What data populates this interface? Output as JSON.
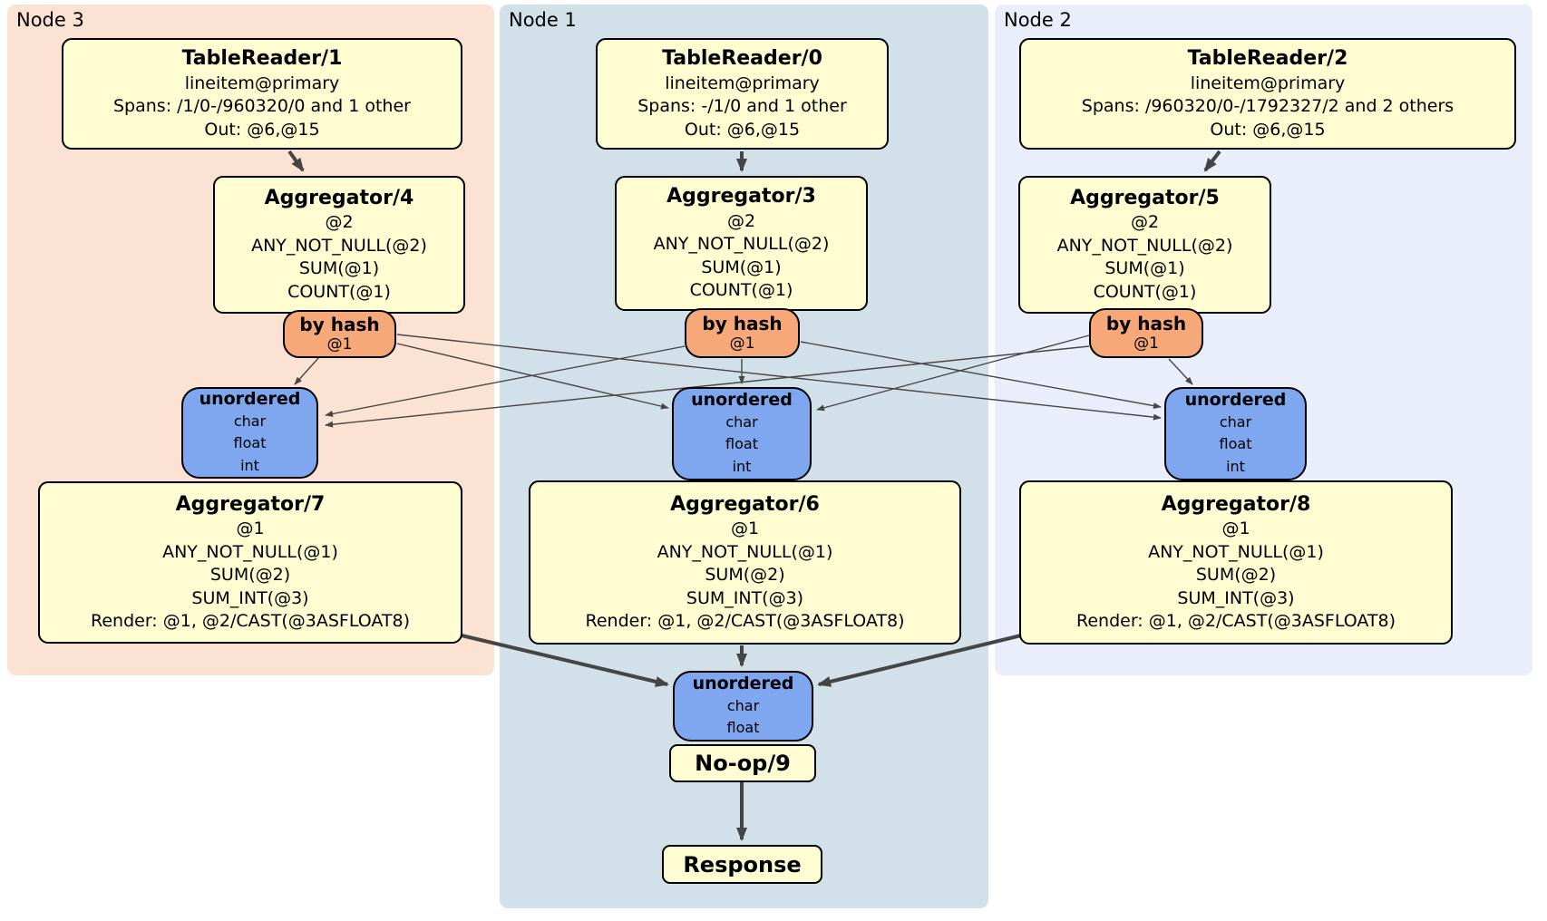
{
  "panels": [
    {
      "id": "node3",
      "label": "Node 3",
      "color": "#fce2d2"
    },
    {
      "id": "node1",
      "label": "Node 1",
      "color": "#d2e0ea"
    },
    {
      "id": "node2",
      "label": "Node 2",
      "color": "#e9eefa"
    }
  ],
  "processors": {
    "tr1": {
      "title": "TableReader/1",
      "lines": [
        "lineitem@primary",
        "Spans: /1/0-/960320/0 and 1 other",
        "Out: @6,@15"
      ]
    },
    "tr0": {
      "title": "TableReader/0",
      "lines": [
        "lineitem@primary",
        "Spans: -/1/0 and 1 other",
        "Out: @6,@15"
      ]
    },
    "tr2": {
      "title": "TableReader/2",
      "lines": [
        "lineitem@primary",
        "Spans: /960320/0-/1792327/2 and 2 others",
        "Out: @6,@15"
      ]
    },
    "agg4": {
      "title": "Aggregator/4",
      "lines": [
        "@2",
        "ANY_NOT_NULL(@2)",
        "SUM(@1)",
        "COUNT(@1)"
      ]
    },
    "agg3": {
      "title": "Aggregator/3",
      "lines": [
        "@2",
        "ANY_NOT_NULL(@2)",
        "SUM(@1)",
        "COUNT(@1)"
      ]
    },
    "agg5": {
      "title": "Aggregator/5",
      "lines": [
        "@2",
        "ANY_NOT_NULL(@2)",
        "SUM(@1)",
        "COUNT(@1)"
      ]
    },
    "agg7": {
      "title": "Aggregator/7",
      "lines": [
        "@1",
        "ANY_NOT_NULL(@1)",
        "SUM(@2)",
        "SUM_INT(@3)",
        "Render: @1, @2/CAST(@3ASFLOAT8)"
      ]
    },
    "agg6": {
      "title": "Aggregator/6",
      "lines": [
        "@1",
        "ANY_NOT_NULL(@1)",
        "SUM(@2)",
        "SUM_INT(@3)",
        "Render: @1, @2/CAST(@3ASFLOAT8)"
      ]
    },
    "agg8": {
      "title": "Aggregator/8",
      "lines": [
        "@1",
        "ANY_NOT_NULL(@1)",
        "SUM(@2)",
        "SUM_INT(@3)",
        "Render: @1, @2/CAST(@3ASFLOAT8)"
      ]
    },
    "noop": {
      "title": "No-op/9"
    },
    "response": {
      "title": "Response"
    }
  },
  "routers": {
    "hash_left": {
      "title": "by hash",
      "detail": "@1"
    },
    "hash_mid": {
      "title": "by hash",
      "detail": "@1"
    },
    "hash_right": {
      "title": "by hash",
      "detail": "@1"
    }
  },
  "syncs": {
    "unordered_left": {
      "title": "unordered",
      "items": [
        "char",
        "float",
        "int"
      ]
    },
    "unordered_mid": {
      "title": "unordered",
      "items": [
        "char",
        "float",
        "int"
      ]
    },
    "unordered_right": {
      "title": "unordered",
      "items": [
        "char",
        "float",
        "int"
      ]
    },
    "unordered_final": {
      "title": "unordered",
      "items": [
        "char",
        "float"
      ]
    }
  },
  "colors": {
    "processor_fill": "#fdfdd1",
    "router_fill": "#f6a878",
    "sync_fill": "#7ea7ef",
    "edge": "#454545",
    "border": "#000000",
    "background": "#ffffff"
  }
}
